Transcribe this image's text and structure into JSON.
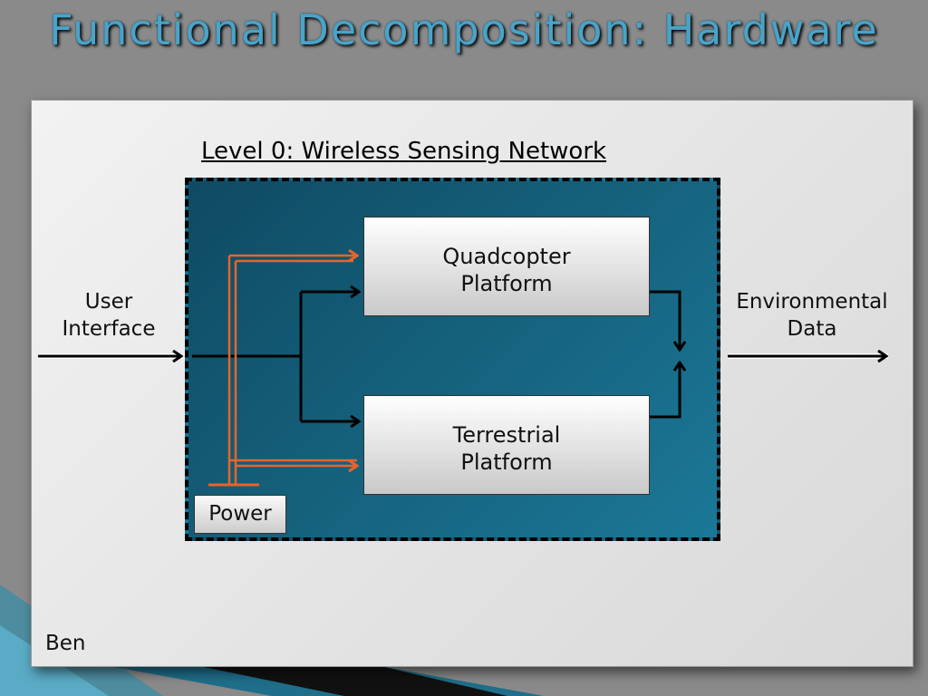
{
  "slide": {
    "title": "Functional Decomposition: Hardware",
    "author": "Ben"
  },
  "diagram": {
    "heading": "Level 0: Wireless Sensing Network",
    "blocks": {
      "quadcopter": "Quadcopter\nPlatform",
      "terrestrial": "Terrestrial\nPlatform",
      "power": "Power"
    },
    "inputs": {
      "user_interface": "User\nInterface"
    },
    "outputs": {
      "environmental_data": "Environmental\nData"
    }
  },
  "colors": {
    "title": "#4aa3c8",
    "system_box": "#16607d",
    "power_wire": "#e8642a",
    "signal_wire": "#000000"
  }
}
